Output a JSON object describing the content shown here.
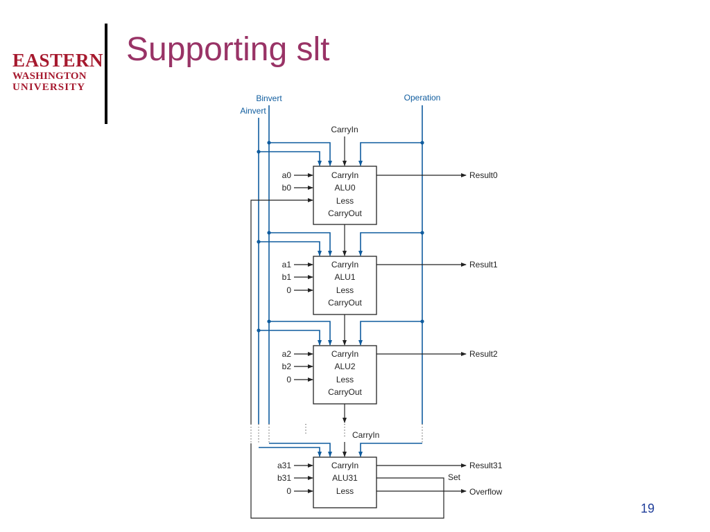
{
  "logo": {
    "line1": "EASTERN",
    "line2": "WASHINGTON",
    "line3": "UNIVERSITY"
  },
  "title": "Supporting slt",
  "page_number": "19",
  "colors": {
    "title": "#993366",
    "logo": "#a6192e",
    "control_wires": "#0f5c9e",
    "page_number": "#1f3d99"
  },
  "diagram": {
    "control_signals": {
      "binvert": "Binvert",
      "ainvert": "Ainvert",
      "operation": "Operation"
    },
    "carry_in_top": "CarryIn",
    "carry_in_mid": "CarryIn",
    "set_label": "Set",
    "overflow_label": "Overflow",
    "alus": [
      {
        "name": "ALU0",
        "carry_in": "CarryIn",
        "less": "Less",
        "carry_out": "CarryOut",
        "a": "a0",
        "b": "b0",
        "less_input": "",
        "result": "Result0"
      },
      {
        "name": "ALU1",
        "carry_in": "CarryIn",
        "less": "Less",
        "carry_out": "CarryOut",
        "a": "a1",
        "b": "b1",
        "less_input": "0",
        "result": "Result1"
      },
      {
        "name": "ALU2",
        "carry_in": "CarryIn",
        "less": "Less",
        "carry_out": "CarryOut",
        "a": "a2",
        "b": "b2",
        "less_input": "0",
        "result": "Result2"
      },
      {
        "name": "ALU31",
        "carry_in": "CarryIn",
        "less": "Less",
        "carry_out": "",
        "a": "a31",
        "b": "b31",
        "less_input": "0",
        "result": "Result31"
      }
    ]
  }
}
